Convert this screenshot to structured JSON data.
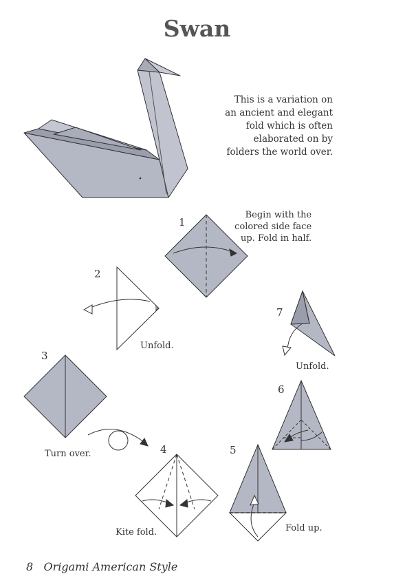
{
  "page": {
    "title": "Swan",
    "intro_lines": [
      "This is a variation on",
      "an ancient and elegant",
      "fold which is often",
      "elaborated on by",
      "folders the world over."
    ]
  },
  "steps": [
    {
      "number": "1",
      "caption_lines": [
        "Begin with the",
        "colored side face",
        "up. Fold in half."
      ]
    },
    {
      "number": "2",
      "caption": "Unfold."
    },
    {
      "number": "3",
      "caption": "Turn over."
    },
    {
      "number": "4",
      "caption": "Kite fold."
    },
    {
      "number": "5",
      "caption": "Fold up."
    },
    {
      "number": "6",
      "caption": ""
    },
    {
      "number": "7",
      "caption": "Unfold."
    }
  ],
  "footer": {
    "page_number": "8",
    "book_title": "Origami American Style"
  },
  "colors": {
    "paper_colored": "#b4b7c4",
    "paper_dark": "#9a9dab",
    "line": "#333333"
  }
}
